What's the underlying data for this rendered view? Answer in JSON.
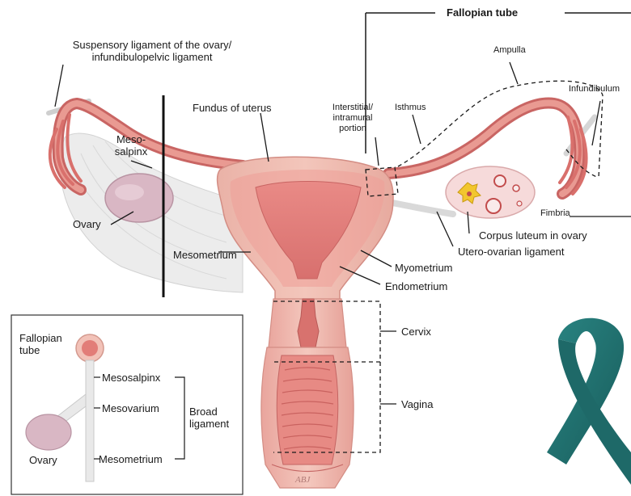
{
  "labels": {
    "suspensory": "Suspensory ligament of the ovary/\ninfundibulopelvic ligament",
    "fallopian_tube": "Fallopian tube",
    "ampulla": "Ampulla",
    "infundibulum": "Infundibulum",
    "interstitial": "Interstitial/\nintramural\nportion",
    "isthmus": "Isthmus",
    "fundus": "Fundus of uterus",
    "mesosalpinx": "Meso-\nsalpinx",
    "ovary": "Ovary",
    "fimbria": "Fimbria",
    "corpus_luteum": "Corpus luteum in ovary",
    "utero_ovarian": "Utero-ovarian ligament",
    "mesometrium": "Mesometrium",
    "myometrium": "Myometrium",
    "endometrium": "Endometrium",
    "cervix": "Cervix",
    "vagina": "Vagina"
  },
  "inset": {
    "fallopian_tube": "Fallopian\ntube",
    "mesosalpinx": "Mesosalpinx",
    "mesovarium": "Mesovarium",
    "broad_ligament": "Broad\nligament",
    "ovary": "Ovary",
    "mesometrium": "Mesometrium"
  },
  "colors": {
    "tissue_light": "#f2c2b8",
    "tissue_mid": "#e48f88",
    "tissue_dark": "#c65a5a",
    "ovary": "#d9b7c4",
    "ribbon": "#1f6f6e"
  }
}
